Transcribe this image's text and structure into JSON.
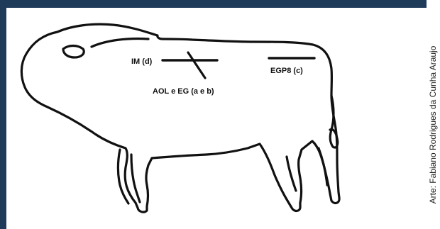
{
  "labels": {
    "im": "IM (d)",
    "aol_eg": "AOL e EG (a e b)",
    "egp8": "EGP8 (c)"
  },
  "credit": "Arte: Fabiano Rodrigues da Cunha Araujo",
  "colors": {
    "frame": "#1f3b5a",
    "outline": "#111111",
    "background": "#ffffff"
  }
}
